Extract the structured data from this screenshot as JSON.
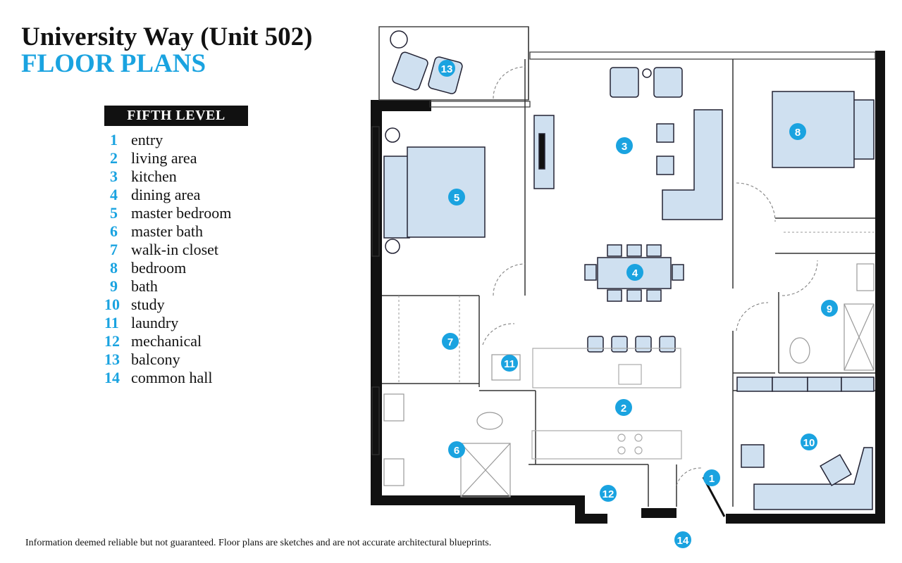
{
  "header": {
    "title": "University Way (Unit 502)",
    "subtitle": "FLOOR PLANS"
  },
  "legend": {
    "level_label": "FIFTH LEVEL",
    "items": [
      {
        "num": "1",
        "label": "entry"
      },
      {
        "num": "2",
        "label": "living area"
      },
      {
        "num": "3",
        "label": "kitchen"
      },
      {
        "num": "4",
        "label": "dining area"
      },
      {
        "num": "5",
        "label": "master bedroom"
      },
      {
        "num": "6",
        "label": "master bath"
      },
      {
        "num": "7",
        "label": "walk-in closet"
      },
      {
        "num": "8",
        "label": "bedroom"
      },
      {
        "num": "9",
        "label": "bath"
      },
      {
        "num": "10",
        "label": "study"
      },
      {
        "num": "11",
        "label": "laundry"
      },
      {
        "num": "12",
        "label": "mechanical"
      },
      {
        "num": "13",
        "label": "balcony"
      },
      {
        "num": "14",
        "label": "common hall"
      }
    ]
  },
  "markers": [
    "1",
    "2",
    "3",
    "4",
    "5",
    "6",
    "7",
    "8",
    "9",
    "10",
    "11",
    "12",
    "13",
    "14"
  ],
  "colors": {
    "accent": "#1aa3e0",
    "furniture_fill": "#cfe0f0",
    "wall": "#111111"
  },
  "footer": {
    "disclaimer": "Information deemed reliable but not guaranteed. Floor plans are sketches and are not accurate architectural blueprints."
  }
}
